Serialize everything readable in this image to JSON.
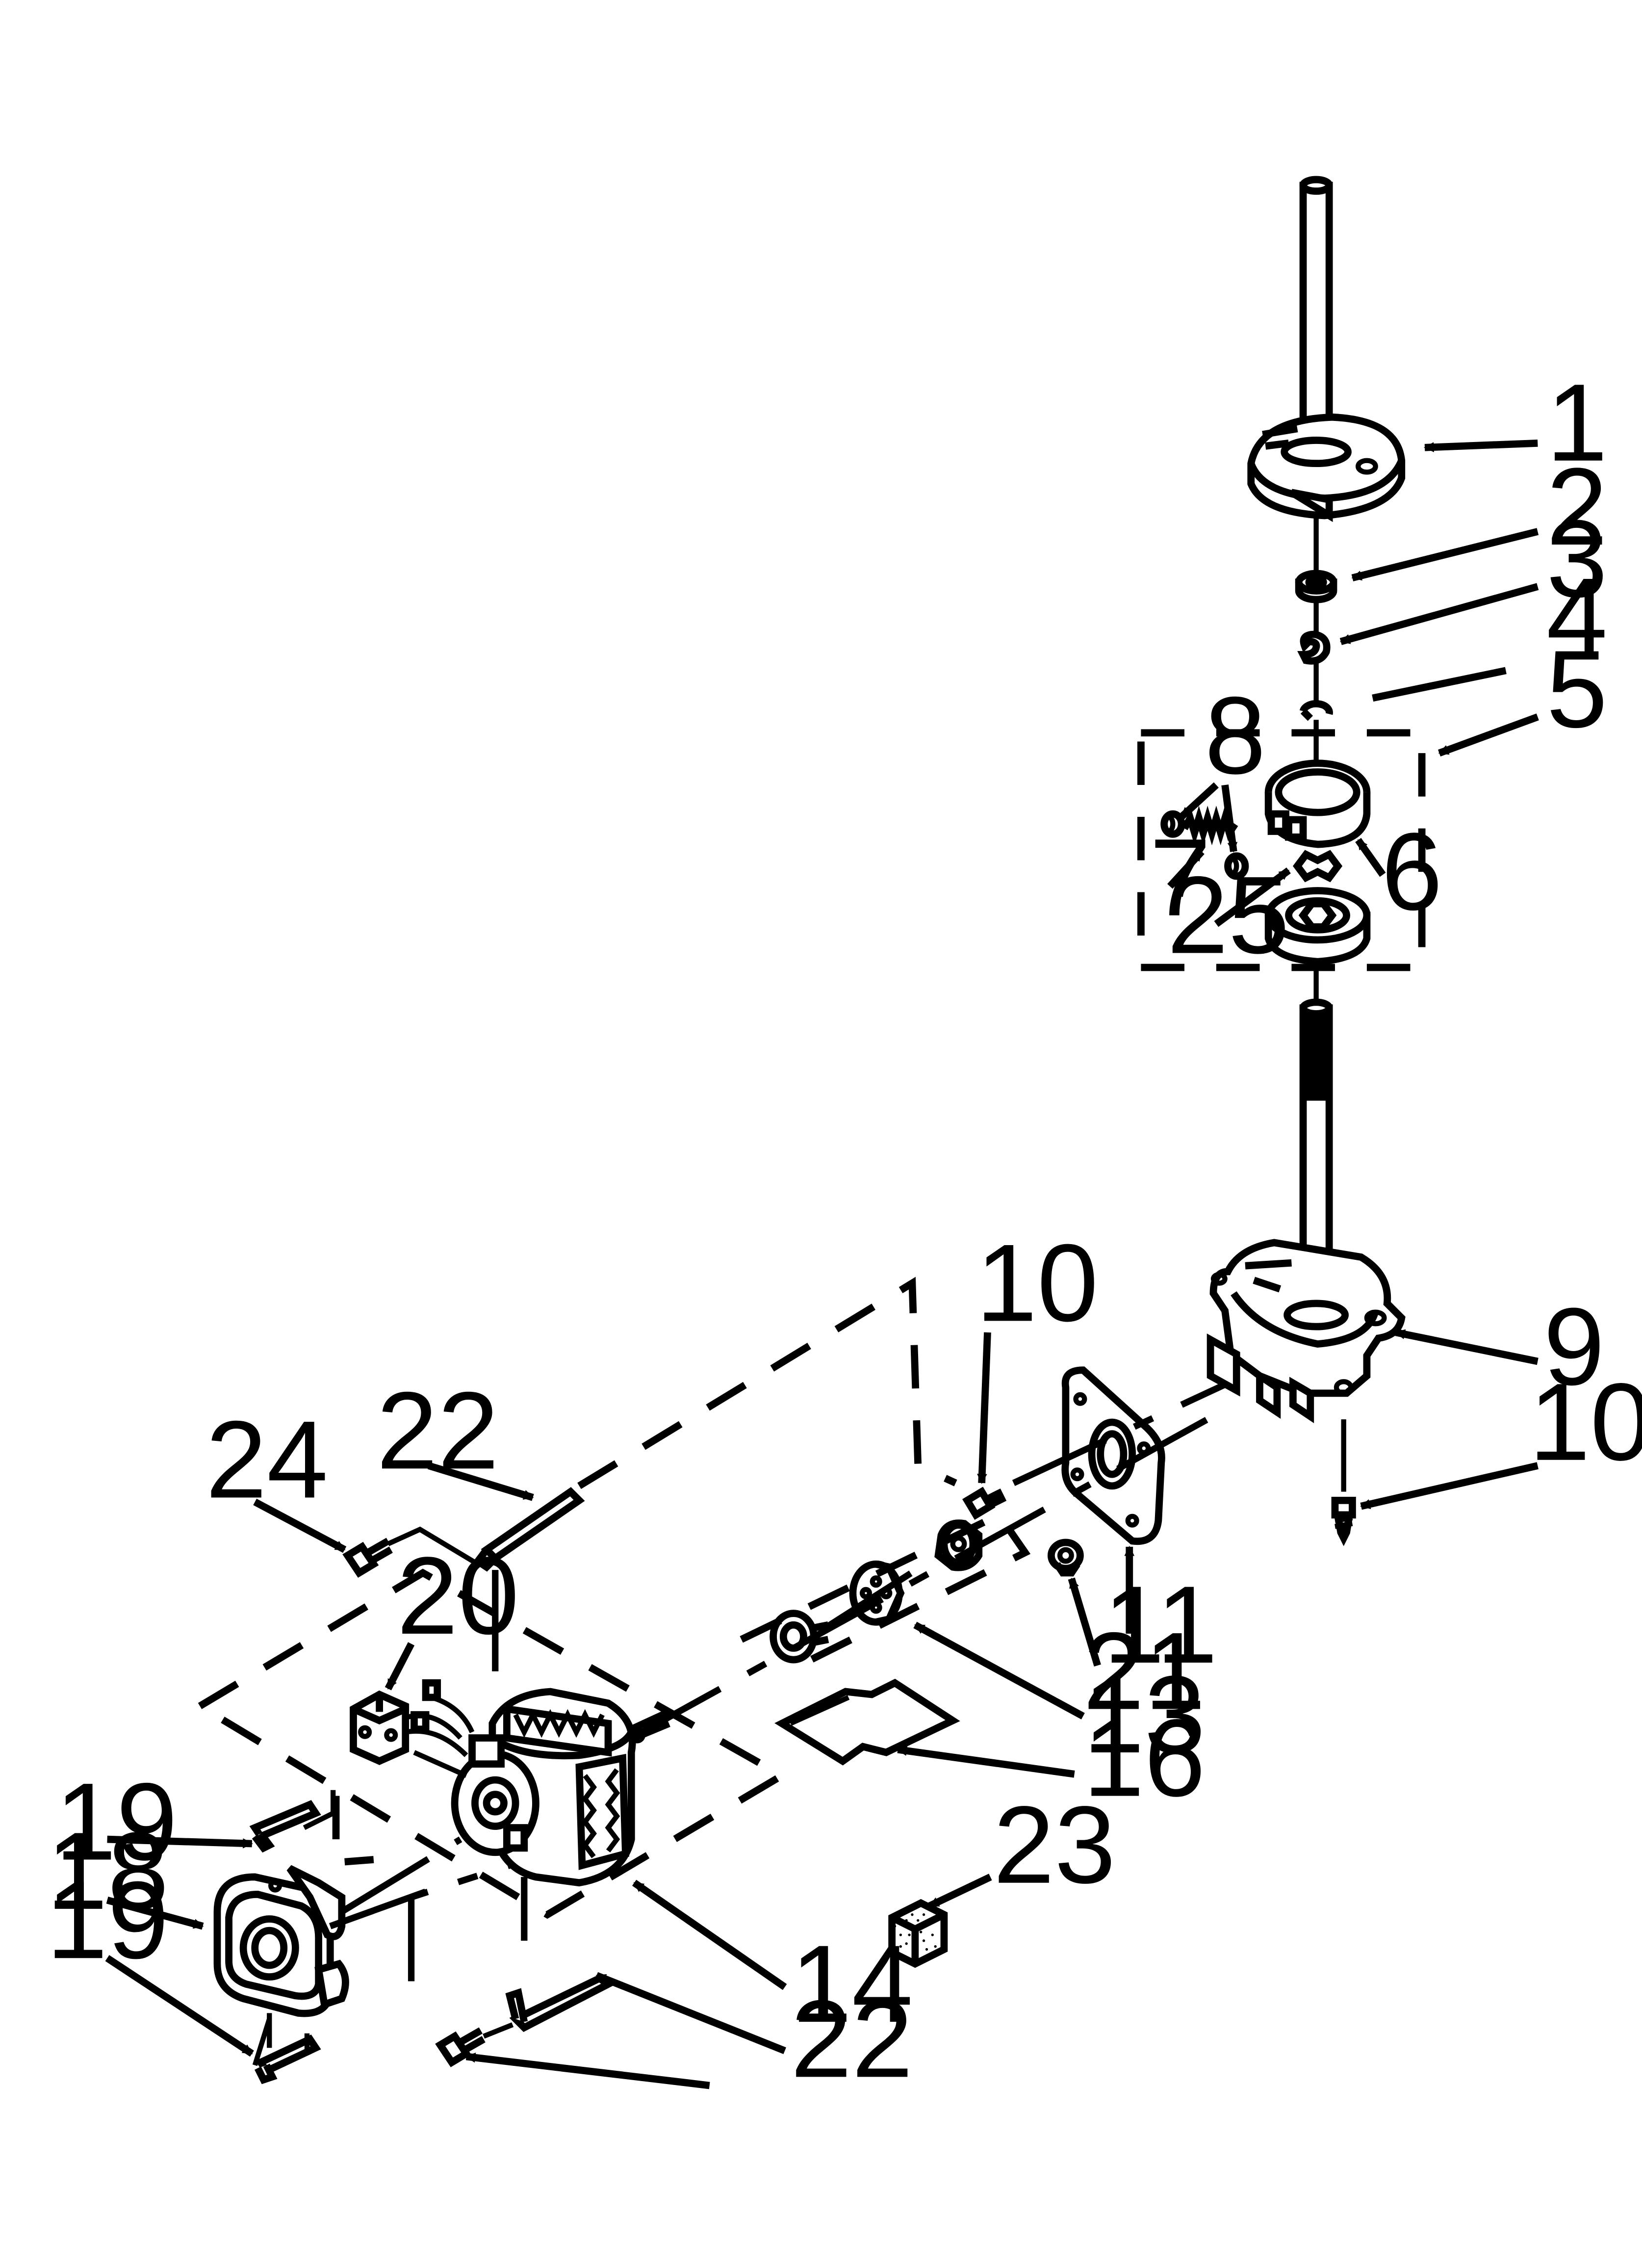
{
  "callouts": [
    {
      "id": "c1",
      "label": "1"
    },
    {
      "id": "c2",
      "label": "2"
    },
    {
      "id": "c3",
      "label": "3"
    },
    {
      "id": "c4",
      "label": "4"
    },
    {
      "id": "c5",
      "label": "5"
    },
    {
      "id": "c8",
      "label": "8"
    },
    {
      "id": "c7",
      "label": "7"
    },
    {
      "id": "c6",
      "label": "6"
    },
    {
      "id": "c25",
      "label": "25"
    },
    {
      "id": "c9",
      "label": "9"
    },
    {
      "id": "c10a",
      "label": "10"
    },
    {
      "id": "c10b",
      "label": "10"
    },
    {
      "id": "c11",
      "label": "11"
    },
    {
      "id": "c21",
      "label": "21"
    },
    {
      "id": "c13",
      "label": "13"
    },
    {
      "id": "c16",
      "label": "16"
    },
    {
      "id": "c22a",
      "label": "22"
    },
    {
      "id": "c24",
      "label": "24"
    },
    {
      "id": "c20",
      "label": "20"
    },
    {
      "id": "c19a",
      "label": "19"
    },
    {
      "id": "c18",
      "label": "18"
    },
    {
      "id": "c19b",
      "label": "19"
    },
    {
      "id": "c14",
      "label": "14"
    },
    {
      "id": "c22b",
      "label": "22"
    },
    {
      "id": "c23",
      "label": "23"
    }
  ]
}
